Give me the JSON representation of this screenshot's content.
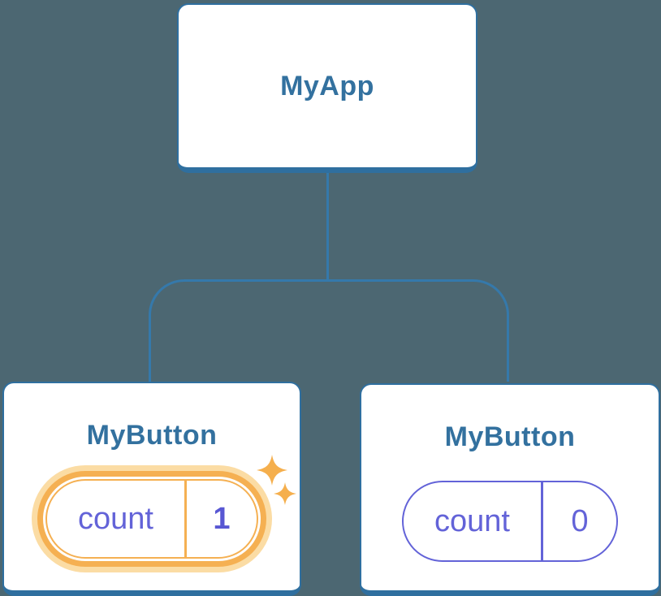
{
  "colors": {
    "background": "#4C6772",
    "connector": "#3579AB",
    "node_border": "#2F6F9F",
    "node_label": "#33719F",
    "card_bg": "#FFFFFF",
    "purple": "#6363D8",
    "purple_bold": "#5857D3",
    "orange": "#F5B052",
    "orange_glow": "#FBDCA4",
    "sparkle": "#F5AF4D"
  },
  "nodes": {
    "app": {
      "label": "MyApp"
    },
    "button_left": {
      "label": "MyButton",
      "highlighted": true,
      "state": {
        "name": "count",
        "value": "1"
      }
    },
    "button_right": {
      "label": "MyButton",
      "highlighted": false,
      "state": {
        "name": "count",
        "value": "0"
      }
    }
  }
}
